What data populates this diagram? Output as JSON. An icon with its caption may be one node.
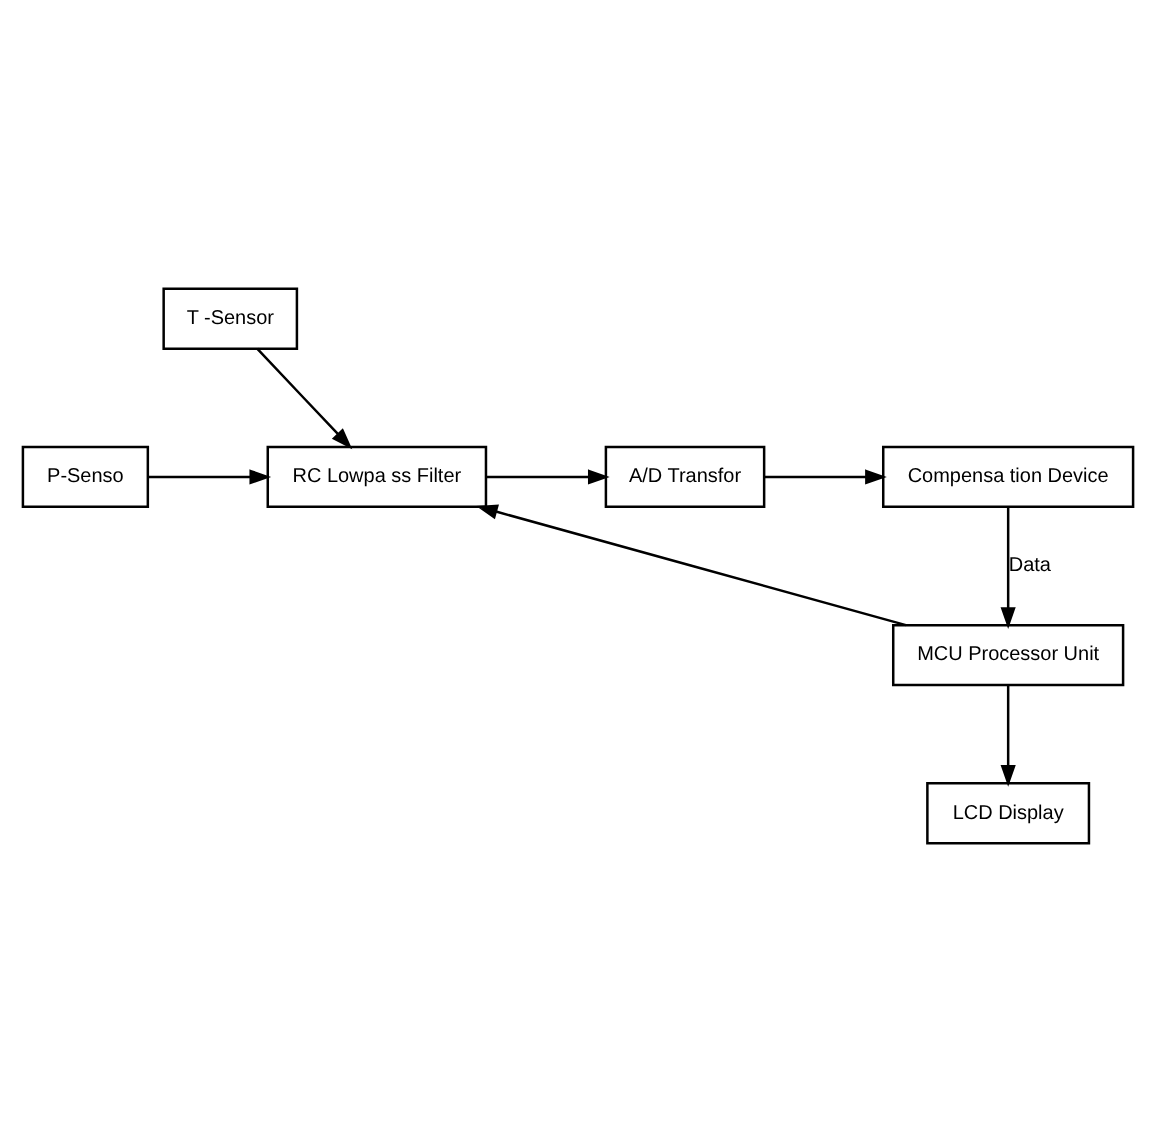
{
  "diagram": {
    "nodes": [
      {
        "text": [
          "P-Senso"
        ]
      },
      {
        "text": [
          "T -Sensor"
        ]
      },
      {
        "text": [
          "RC Lowpa ss Filter"
        ]
      },
      {
        "text": [
          "A/D Transfor"
        ]
      },
      {
        "text": [
          "Compensa tion Device"
        ]
      },
      {
        "text": [
          "MCU Processor Unit"
        ]
      },
      {
        "text": [
          "LCD Display"
        ]
      }
    ],
    "edges": [
      {
        "from": 0,
        "to": 2,
        "arrow": "to"
      },
      {
        "from": 1,
        "to": 2,
        "arrow": "to"
      },
      {
        "from": 2,
        "to": 3,
        "arrow": "to"
      },
      {
        "from": 3,
        "to": 4,
        "arrow": "to"
      },
      {
        "from": 4,
        "to": 5,
        "arrow": "to",
        "label": "Data"
      },
      {
        "from": 5,
        "to": 2,
        "arrow": "to"
      },
      {
        "from": 5,
        "to": 6,
        "arrow": "to"
      }
    ]
  }
}
